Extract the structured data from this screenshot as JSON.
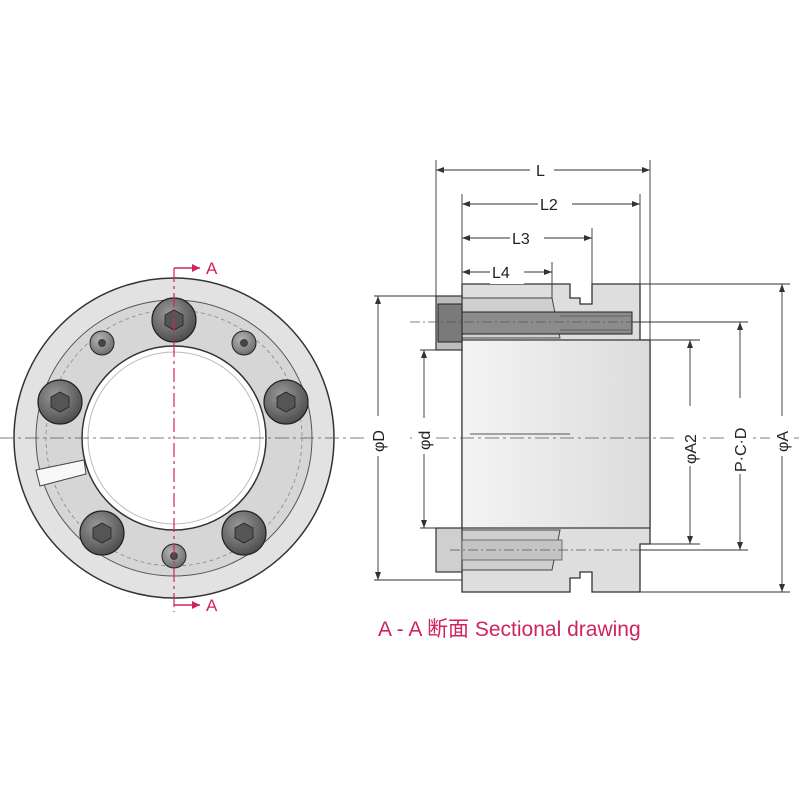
{
  "colors": {
    "section_mark": "#d0245e",
    "metal_light": "#e4e4e4",
    "metal_mid": "#c9c9c9",
    "bolt_dark": "#6a6a6a",
    "outline": "#333333",
    "center_line": "#555555"
  },
  "front_view": {
    "section_mark_top": "A",
    "section_mark_bottom": "A"
  },
  "section_view": {
    "dims": {
      "L": "L",
      "L2": "L2",
      "L3": "L3",
      "L4": "L4",
      "phiD": "φD",
      "phid": "φd",
      "phiA2": "φA2",
      "PCD": "P·C·D",
      "phiA": "φA"
    },
    "caption": "A - A 断面 Sectional drawing"
  }
}
